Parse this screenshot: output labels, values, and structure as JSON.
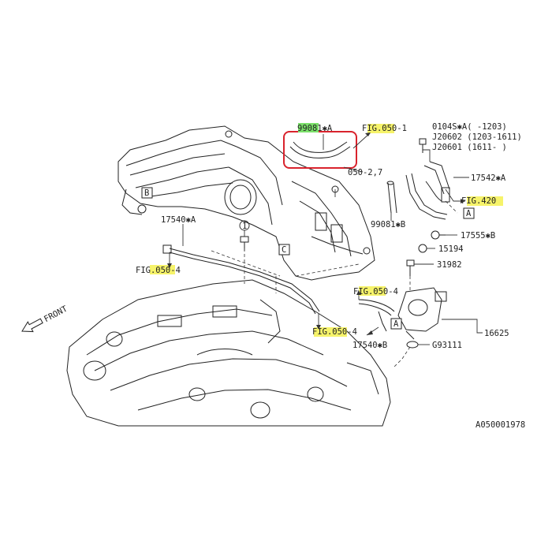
{
  "diagram_id": "A050001978",
  "callouts": {
    "hose_a": "99081✱A",
    "hose_b": "99081✱B",
    "fig050_1": "FIG.050-1",
    "fig050_27": "050-2,7",
    "fig050_4a": "FIG.050-4",
    "fig050_4b": "FIG.050-4",
    "fig050_4c": "FIG.050-4",
    "fig420": "FIG.420",
    "bolt_a": "0104S✱A( -1203)",
    "bolt_b": "J20602 (1203-1611)",
    "bolt_c": "J20601 (1611- )",
    "p17542": "17542✱A",
    "p17555": "17555✱B",
    "p15194": "15194",
    "p31982": "31982",
    "p16625": "16625",
    "g93111": "G93111",
    "p17540a": "17540✱A",
    "p17540b": "17540✱B",
    "front": "FRONT",
    "circ1": "1"
  },
  "ref_boxes": {
    "a1": "A",
    "a2": "A",
    "b": "B",
    "c": "C"
  },
  "colors": {
    "highlight_yellow": "#f6f36a",
    "highlight_green": "#7be06a",
    "selection_red": "#d9232d"
  }
}
